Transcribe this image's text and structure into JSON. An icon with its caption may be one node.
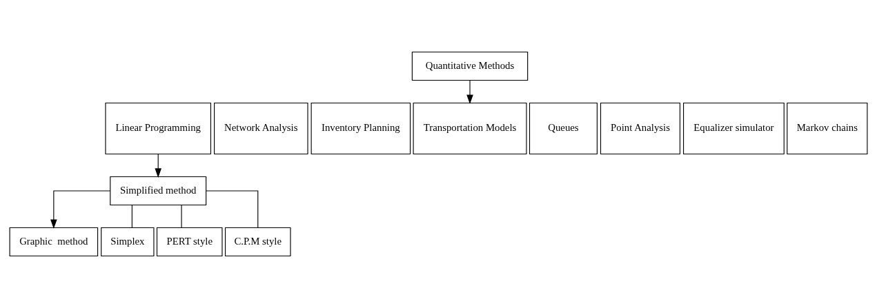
{
  "diagram": {
    "nodes": [
      {
        "text": [
          "Quantitative Methods"
        ]
      },
      {
        "text": [
          "Linear Programming"
        ]
      },
      {
        "text": [
          "Network Analysis"
        ]
      },
      {
        "text": [
          "Inventory Planning"
        ]
      },
      {
        "text": [
          "Transportation Models"
        ]
      },
      {
        "text": [
          "Queues"
        ]
      },
      {
        "text": [
          "Point Analysis"
        ]
      },
      {
        "text": [
          "Equalizer simulator"
        ]
      },
      {
        "text": [
          "Markov chains"
        ]
      },
      {
        "text": [
          "Simplified method"
        ]
      },
      {
        "text": [
          "Graphic  method"
        ]
      },
      {
        "text": [
          "Simplex"
        ]
      },
      {
        "text": [
          "PERT style"
        ]
      },
      {
        "text": [
          "C.P.M style"
        ]
      }
    ],
    "edges": [
      {
        "from": 0,
        "to": 4,
        "arrow": "to"
      },
      {
        "from": 1,
        "to": 9,
        "arrow": "to"
      },
      {
        "from": 9,
        "to": 10,
        "arrow": "to"
      },
      {
        "from": 9,
        "to": 11,
        "arrow": "none"
      },
      {
        "from": 9,
        "to": 12,
        "arrow": "none"
      },
      {
        "from": 9,
        "to": 13,
        "arrow": "none"
      }
    ]
  }
}
